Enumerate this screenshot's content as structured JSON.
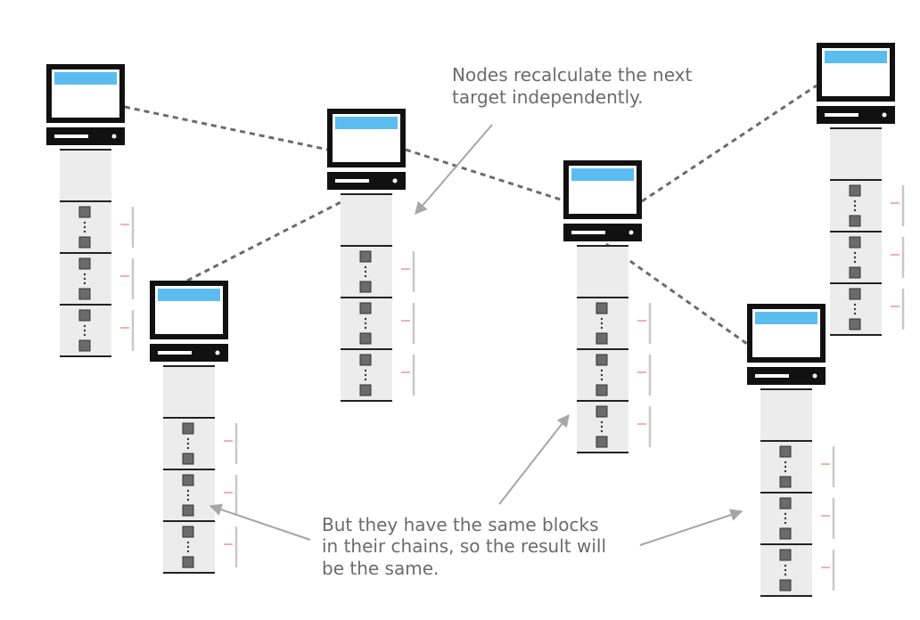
{
  "annotations": {
    "top": [
      "Nodes recalculate the next",
      "target independently."
    ],
    "bottom": [
      "But they have the same blocks",
      "in their chains, so the result will",
      "be the same."
    ]
  },
  "colors": {
    "screen": "#5bbcf0",
    "monitor": "#111111",
    "chain_fill": "#ececec",
    "block": "#6b6b6b",
    "peer_link": "#6b6b6b",
    "arrow": "#a6a6a6",
    "marker_pink": "#f0b0b0",
    "marker_gray": "#c8c8c8",
    "text": "#6b6b6b"
  },
  "nodes": [
    {
      "id": "node-1",
      "block_count": 3
    },
    {
      "id": "node-2",
      "block_count": 3
    },
    {
      "id": "node-3",
      "block_count": 3
    },
    {
      "id": "node-4",
      "block_count": 3
    },
    {
      "id": "node-5",
      "block_count": 3
    },
    {
      "id": "node-6",
      "block_count": 3
    }
  ]
}
